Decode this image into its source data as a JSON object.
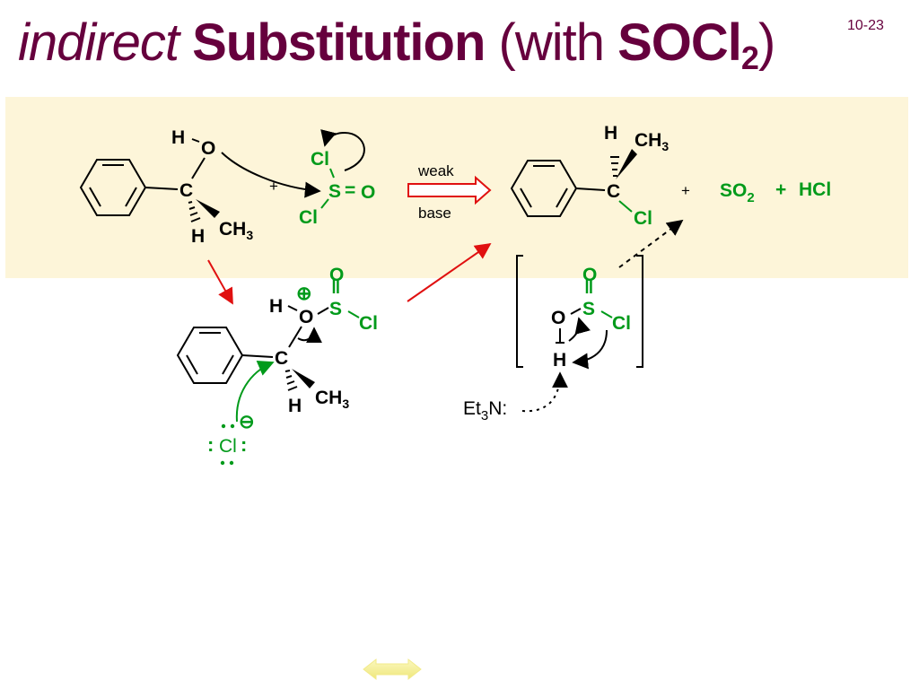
{
  "slide": {
    "title_italic": "indirect",
    "title_bold": "Substitution",
    "title_mid": "(with",
    "title_reagent": "SOCl",
    "title_reagent_sub": "2",
    "title_close": ")",
    "slide_number": "10-23"
  },
  "atoms": {
    "H": "H",
    "O": "O",
    "C": "C",
    "CH": "CH",
    "three": "3",
    "Cl": "Cl",
    "S": "S",
    "eq": "=",
    "plus": "+",
    "oplus": "⊕",
    "ominus": "⊖",
    "dots": ":"
  },
  "labels": {
    "weak": "weak",
    "base": "base",
    "so2": "SO",
    "so2_sub": "2",
    "plus_green": "+",
    "hcl": "HCl",
    "et": "Et",
    "et_sub": "3",
    "et_n": "N:"
  },
  "colors": {
    "title": "#66003d",
    "band": "#fdf5d9",
    "green": "#009a1a",
    "red": "#e01010",
    "nav": "#f7f29a"
  }
}
